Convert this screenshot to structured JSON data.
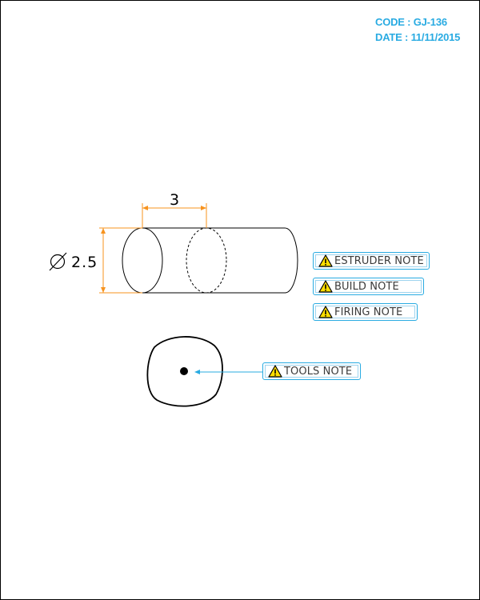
{
  "header": {
    "code": "CODE : GJ-136",
    "date": "DATE : 11/11/2015"
  },
  "dimensions": {
    "length": "3",
    "diameter": "2.5"
  },
  "notes": [
    {
      "label": "ESTRUDER NOTE",
      "icon": "warning-icon"
    },
    {
      "label": "BUILD NOTE",
      "icon": "warning-icon"
    },
    {
      "label": "FIRING NOTE",
      "icon": "warning-icon"
    },
    {
      "label": "TOOLS NOTE",
      "icon": "warning-icon"
    }
  ],
  "colors": {
    "accent": "#29abe2",
    "dimension": "#f7931e",
    "warning": "#ffde00"
  }
}
